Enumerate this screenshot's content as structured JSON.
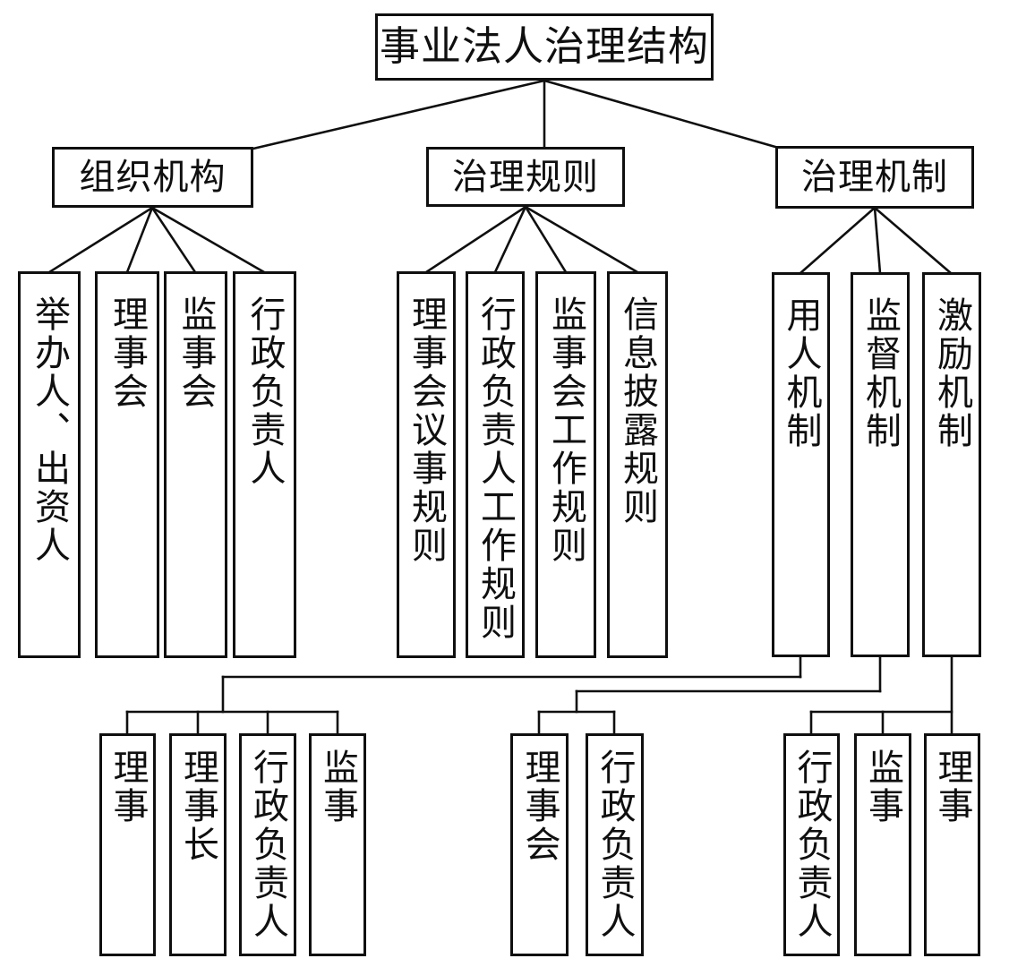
{
  "title": "事业法人治理结构",
  "branches": [
    {
      "label": "组织机构",
      "children": [
        "举办人、出资人",
        "理事会",
        "监事会",
        "行政负责人"
      ]
    },
    {
      "label": "治理规则",
      "children": [
        "理事会议事规则",
        "行政负责人工作规则",
        "监事会工作规则",
        "信息披露规则"
      ]
    },
    {
      "label": "治理机制",
      "children": [
        "用人机制",
        "监督机制",
        "激励机制"
      ]
    }
  ],
  "mechanism_groups": [
    {
      "parent": "用人机制",
      "items": [
        "理事",
        "理事长",
        "行政负责人",
        "监事"
      ]
    },
    {
      "parent": "监督机制",
      "items": [
        "理事会",
        "行政负责人"
      ]
    },
    {
      "parent": "激励机制",
      "items": [
        "行政负责人",
        "监事",
        "理事"
      ]
    }
  ],
  "colors": {
    "line": "#0f0f0f",
    "box_border": "#0f0f0f",
    "background": "#ffffff",
    "text": "#0f0f0f"
  }
}
